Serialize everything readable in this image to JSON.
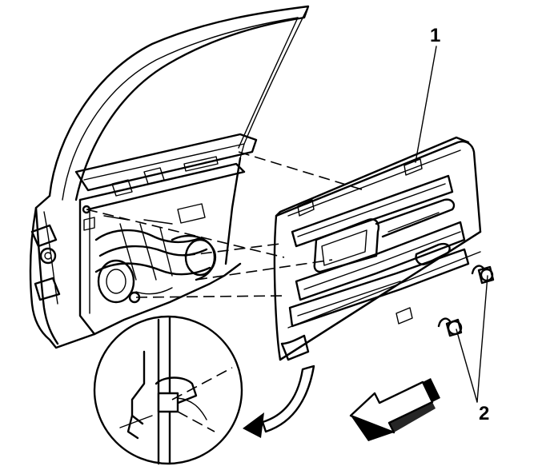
{
  "callouts": [
    {
      "id": "1",
      "label": "1"
    },
    {
      "id": "2",
      "label": "2"
    }
  ],
  "colors": {
    "line": "#000000",
    "background": "#ffffff"
  },
  "icons": [
    "direction-arrow-icon",
    "detail-arrow-icon"
  ]
}
